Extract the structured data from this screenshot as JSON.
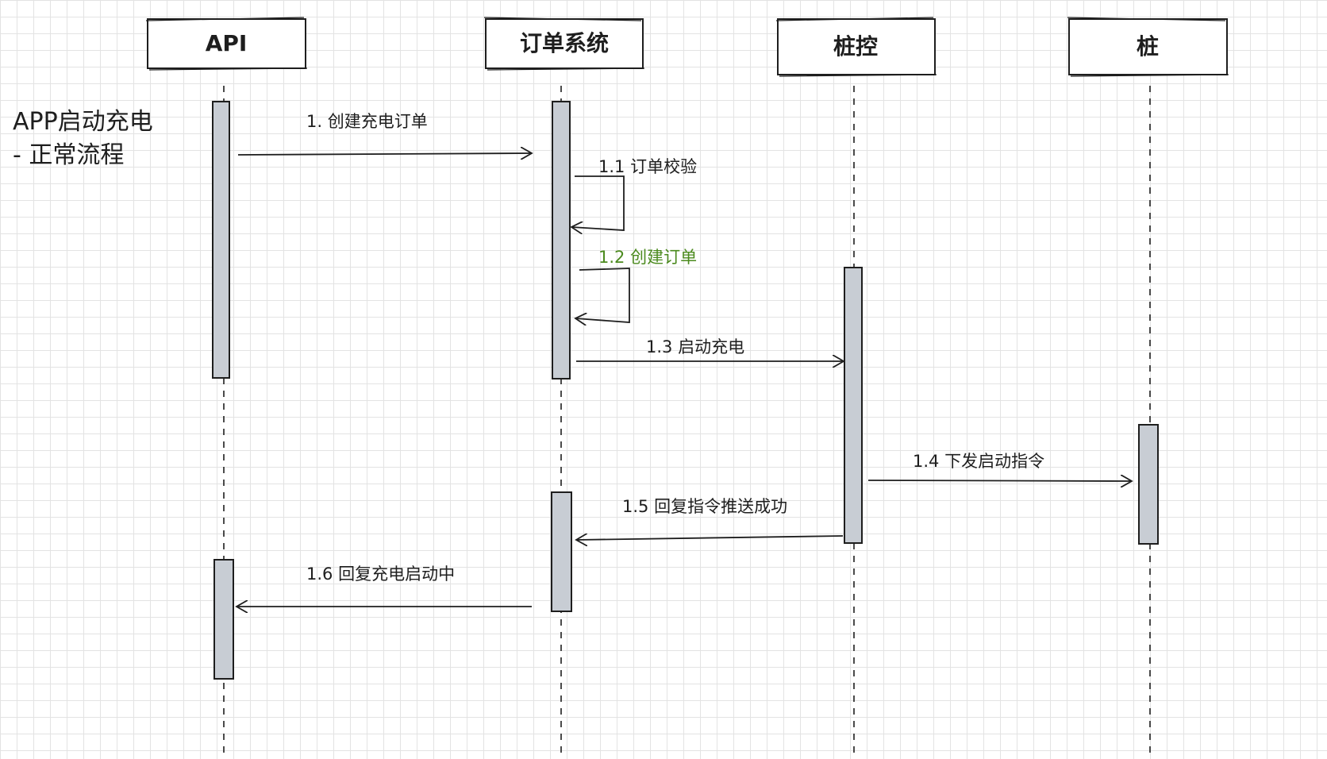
{
  "diagram": {
    "note_lines": [
      "APP启动充电",
      "- 正常流程"
    ],
    "lifelines": [
      {
        "id": "api",
        "label": "API"
      },
      {
        "id": "order",
        "label": "订单系统"
      },
      {
        "id": "pilecontrol",
        "label": "桩控"
      },
      {
        "id": "pile",
        "label": "桩"
      }
    ],
    "messages": [
      {
        "id": "m1",
        "label": "1. 创建充电订单",
        "from": "api",
        "to": "order",
        "highlight": false
      },
      {
        "id": "m11",
        "label": "1.1 订单校验",
        "from": "order",
        "to": "order",
        "highlight": false
      },
      {
        "id": "m12",
        "label": "1.2 创建订单",
        "from": "order",
        "to": "order",
        "highlight": true
      },
      {
        "id": "m13",
        "label": "1.3 启动充电",
        "from": "order",
        "to": "pilecontrol",
        "highlight": false
      },
      {
        "id": "m14",
        "label": "1.4 下发启动指令",
        "from": "pilecontrol",
        "to": "pile",
        "highlight": false
      },
      {
        "id": "m15",
        "label": "1.5 回复指令推送成功",
        "from": "pilecontrol",
        "to": "order",
        "highlight": false
      },
      {
        "id": "m16",
        "label": "1.6 回复充电启动中",
        "from": "order",
        "to": "api",
        "highlight": false
      }
    ],
    "colors": {
      "stroke": "#1e1e1e",
      "activation_fill": "#c8cdd4",
      "highlight_text": "#4b8a1e",
      "grid": "#e3e3e3"
    }
  }
}
